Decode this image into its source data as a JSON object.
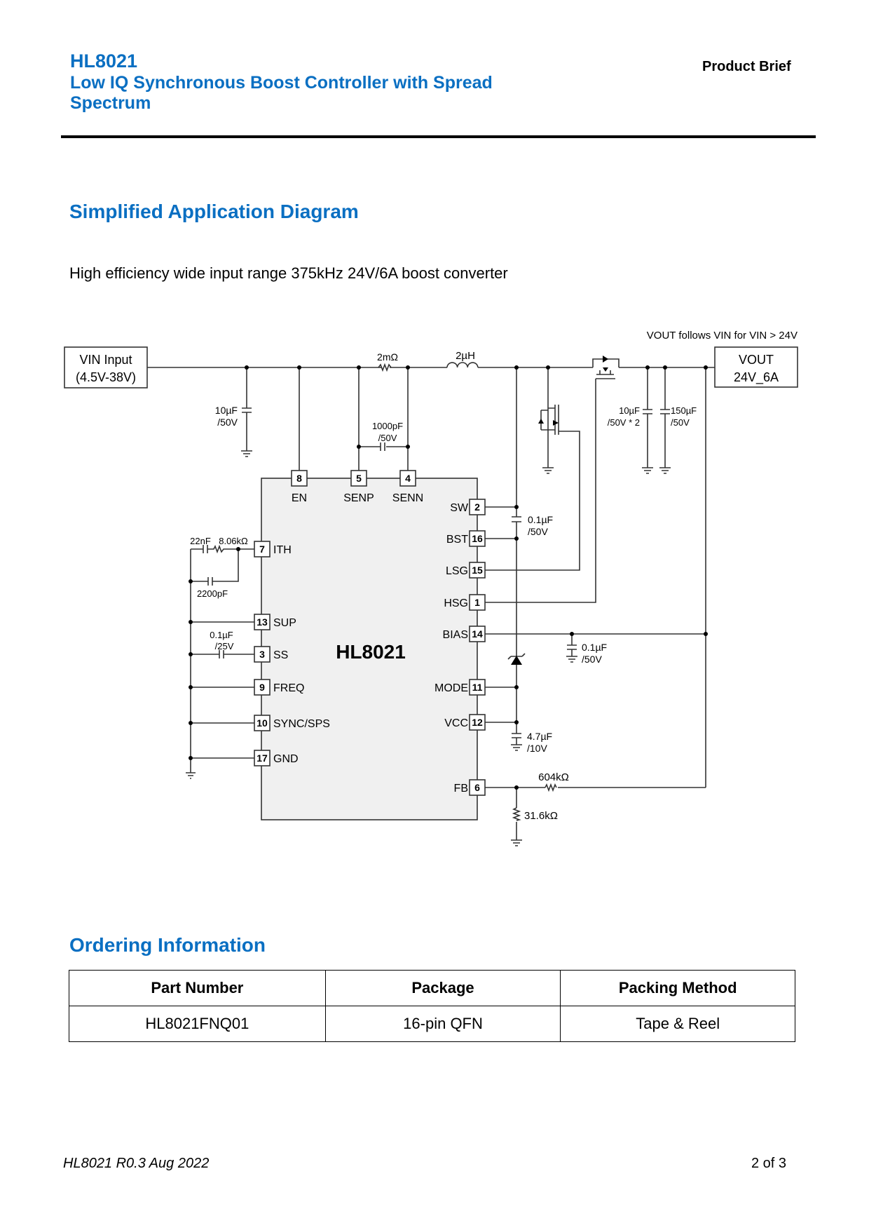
{
  "header": {
    "title": "HL8021",
    "subtitle": "Low IQ Synchronous Boost Controller with Spread Spectrum",
    "doc_type": "Product Brief",
    "accent_color": "#0a6fc2"
  },
  "diagram_section": {
    "heading": "Simplified Application Diagram",
    "caption": "High efficiency wide input range 375kHz 24V/6A boost converter",
    "schematic": {
      "ic_name": "HL8021",
      "vin_box": [
        "VIN Input",
        "(4.5V-38V)"
      ],
      "vout_box": [
        "VOUT",
        "24V_6A"
      ],
      "note": "VOUT follows VIN for VIN > 24V",
      "top_pins": [
        {
          "num": "8",
          "name": "EN"
        },
        {
          "num": "5",
          "name": "SENP"
        },
        {
          "num": "4",
          "name": "SENN"
        }
      ],
      "left_pins": [
        {
          "num": "7",
          "name": "ITH"
        },
        {
          "num": "13",
          "name": "SUP"
        },
        {
          "num": "3",
          "name": "SS"
        },
        {
          "num": "9",
          "name": "FREQ"
        },
        {
          "num": "10",
          "name": "SYNC/SPS"
        },
        {
          "num": "17",
          "name": "GND"
        }
      ],
      "right_pins": [
        {
          "num": "2",
          "name": "SW"
        },
        {
          "num": "16",
          "name": "BST"
        },
        {
          "num": "15",
          "name": "LSG"
        },
        {
          "num": "1",
          "name": "HSG"
        },
        {
          "num": "14",
          "name": "BIAS"
        },
        {
          "num": "11",
          "name": "MODE"
        },
        {
          "num": "12",
          "name": "VCC"
        },
        {
          "num": "6",
          "name": "FB"
        }
      ],
      "components": {
        "cin": [
          "10µF",
          "/50V"
        ],
        "rsense": "2mΩ",
        "inductor": "2µH",
        "csense": [
          "1000pF",
          "/50V"
        ],
        "cout1": [
          "10µF",
          "/50V * 2"
        ],
        "cout2": [
          "150µF",
          "/50V"
        ],
        "cbst": [
          "0.1µF",
          "/50V"
        ],
        "cbias": [
          "0.1µF",
          "/50V"
        ],
        "cvcc": [
          "4.7µF",
          "/10V"
        ],
        "rfb_top": "604kΩ",
        "rfb_bot": "31.6kΩ",
        "c_ith": "22nF",
        "r_ith": "8.06kΩ",
        "c_ith2": "2200pF",
        "css": [
          "0.1µF",
          "/25V"
        ]
      }
    }
  },
  "ordering_section": {
    "heading": "Ordering Information",
    "columns": [
      "Part Number",
      "Package",
      "Packing Method"
    ],
    "rows": [
      [
        "HL8021FNQ01",
        "16-pin QFN",
        "Tape & Reel"
      ]
    ]
  },
  "footer": {
    "left": "HL8021 R0.3 Aug 2022",
    "right": "2 of 3"
  }
}
